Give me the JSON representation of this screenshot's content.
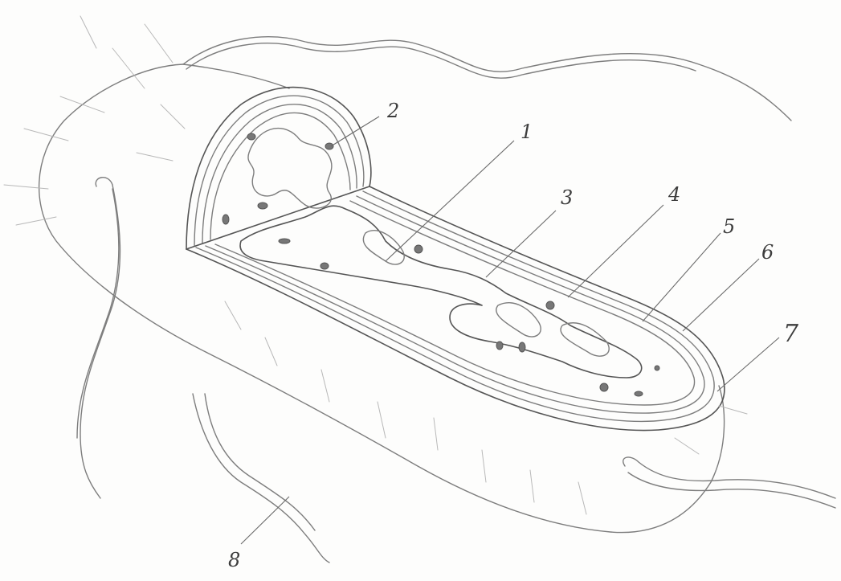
{
  "diagram": {
    "labels": [
      {
        "id": "1",
        "text": "1"
      },
      {
        "id": "2",
        "text": "2"
      },
      {
        "id": "3",
        "text": "3"
      },
      {
        "id": "4",
        "text": "4"
      },
      {
        "id": "5",
        "text": "5"
      },
      {
        "id": "6",
        "text": "6"
      },
      {
        "id": "7",
        "text": "7"
      },
      {
        "id": "8",
        "text": "8"
      }
    ]
  },
  "colors": {
    "stroke": "#7d7d7d",
    "background": "#fdfdfc",
    "label": "#3d3d3d"
  }
}
